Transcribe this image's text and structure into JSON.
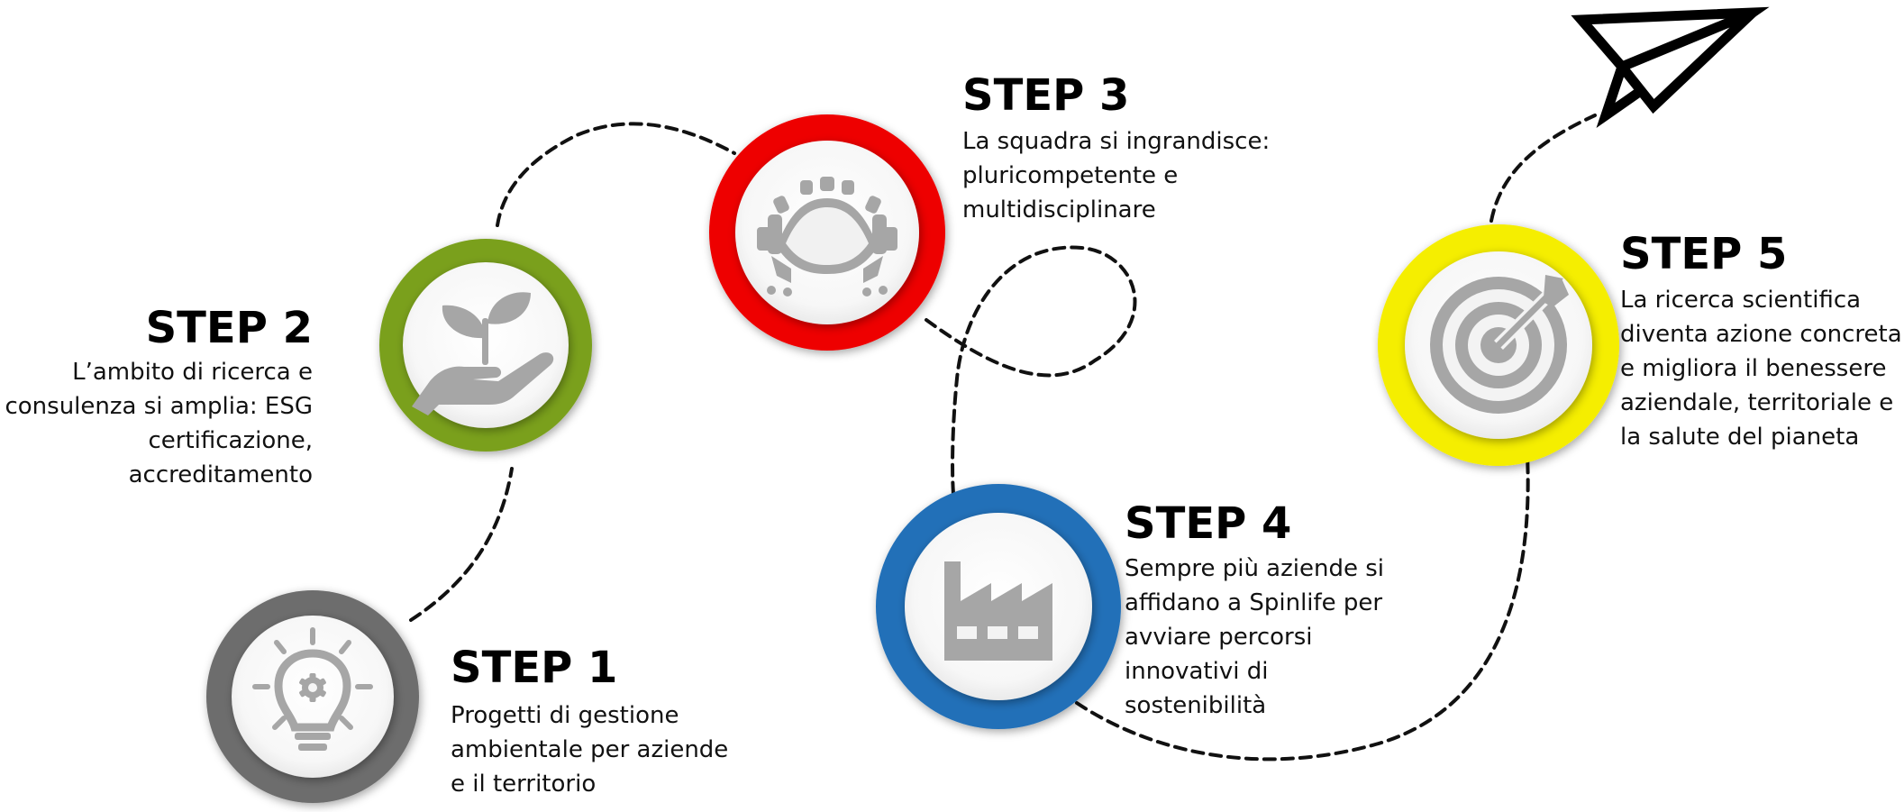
{
  "steps": [
    {
      "id": 1,
      "title": "STEP 1",
      "lines": [
        "Progetti di gestione",
        "ambientale per aziende",
        "e il territorio"
      ],
      "ring_color": "#6d6d6d",
      "icon": "lightbulb-gear-icon"
    },
    {
      "id": 2,
      "title": "STEP 2",
      "lines": [
        "L’ambito di ricerca e",
        "consulenza si amplia: ESG",
        "certificazione,",
        "accreditamento"
      ],
      "ring_color": "#7aa01e",
      "icon": "hand-plant-icon"
    },
    {
      "id": 3,
      "title": "STEP 3",
      "lines": [
        "La squadra si ingrandisce:",
        "pluricompetente e",
        "multidisciplinare"
      ],
      "ring_color": "#ee0000",
      "icon": "meeting-table-icon"
    },
    {
      "id": 4,
      "title": "STEP 4",
      "lines": [
        "Sempre più aziende si",
        "affidano a Spinlife per",
        "avviare percorsi",
        "innovativi di",
        "sostenibilità"
      ],
      "ring_color": "#2270b8",
      "icon": "factory-icon"
    },
    {
      "id": 5,
      "title": "STEP 5",
      "lines": [
        "La ricerca scientifica",
        "diventa azione concreta",
        "e migliora il benessere",
        "aziendale, territoriale e",
        "la salute del pianeta"
      ],
      "ring_color": "#f5ee00",
      "icon": "target-arrow-icon"
    }
  ],
  "decoration": {
    "end_icon": "paper-plane-icon",
    "path_style": "dashed",
    "icon_color": "#a6a6a6"
  }
}
